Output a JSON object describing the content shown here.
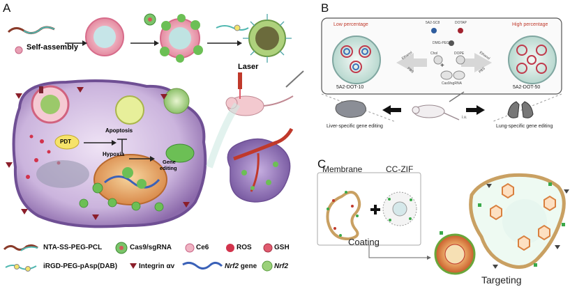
{
  "panelA": {
    "letter": "A",
    "self_assembly": "Self-assembly",
    "laser": "Laser",
    "pdt": "PDT",
    "apoptosis": "Apoptosis",
    "hypoxia": "Hypoxia",
    "gene_editing_1": "Gene",
    "gene_editing_2": "editing",
    "legend": {
      "nta": "NTA-SS-PEG-PCL",
      "cas9": "Cas9/sgRNA",
      "ce6": "Ce6",
      "ros": "ROS",
      "gsh": "GSH",
      "irgd": "iRGD-PEG-pAsp(DAB)",
      "integrin": "Integrin αv",
      "nrf2_gene_italic": "Nrf2",
      "nrf2_gene_suffix": " gene",
      "nrf2": "Nrf2"
    }
  },
  "panelB": {
    "letter": "B",
    "low": "Low percentage",
    "high": "High percentage",
    "ethanol_left": "Ethanol",
    "pbs_left": "PBS",
    "ethanol_right": "Ethanol",
    "pbs_right": "PBS",
    "label_left": "5A2-DOT-10",
    "label_right": "5A2-DOT-50",
    "comp_5a2": "5A2-SC8",
    "comp_dotap": "DOTAP",
    "comp_dmg": "DMG-PEG",
    "comp_chol": "Chol",
    "comp_dope": "DOPE",
    "comp_cas": "Cas9/sgRNA",
    "plus": "+",
    "liver": "Liver-specific gene editing",
    "lung": "Lung-specific gene editing",
    "iv": "i.v."
  },
  "panelC": {
    "letter": "C",
    "membrane": "Membrane",
    "cczif": "CC-ZIF",
    "plus": "+",
    "coating": "Coating",
    "targeting": "Targeting"
  },
  "colors": {
    "cell_purple": "#a78bc4",
    "nucleus_orange": "#e9a65c",
    "tumor_purple": "#9b7fc0",
    "panel_b_border": "#555555",
    "accent_red": "#c0392b",
    "green_np": "#3aa94a"
  }
}
